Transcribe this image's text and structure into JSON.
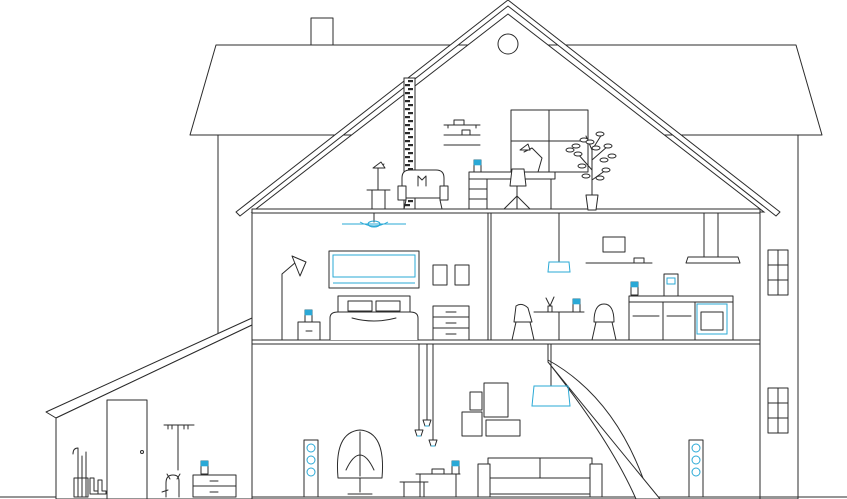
{
  "scene": {
    "kind": "house-cross-section-line-illustration",
    "accent_color": "#2aa9d6",
    "line_color": "#2b2b2b",
    "background_color": "#ffffff",
    "smart_devices": [
      "smart-speaker",
      "smart-speaker",
      "smart-speaker",
      "smart-speaker",
      "smart-speaker",
      "smart-speaker",
      "smart-speaker"
    ],
    "rooms": [
      "attic-office",
      "bedroom",
      "kitchen-dining",
      "living-room",
      "garage"
    ]
  }
}
